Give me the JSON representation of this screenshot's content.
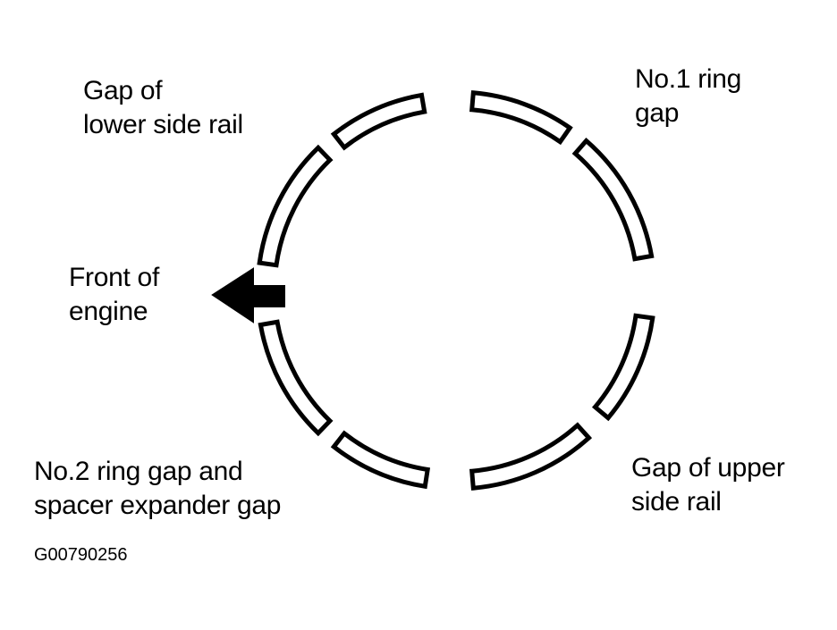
{
  "labels": {
    "lower_side_rail_gap": "Gap of\nlower side rail",
    "no1_ring_gap": "No.1 ring\ngap",
    "front_of_engine": "Front of\nengine",
    "no2_ring_gap": "No.2 ring gap and\nspacer expander gap",
    "upper_side_rail_gap": "Gap of upper\nside rail",
    "figure_code": "G00790256"
  },
  "colors": {
    "ink": "#000000",
    "background": "#ffffff"
  },
  "icons": {
    "front_arrow": "left-arrow-icon"
  }
}
